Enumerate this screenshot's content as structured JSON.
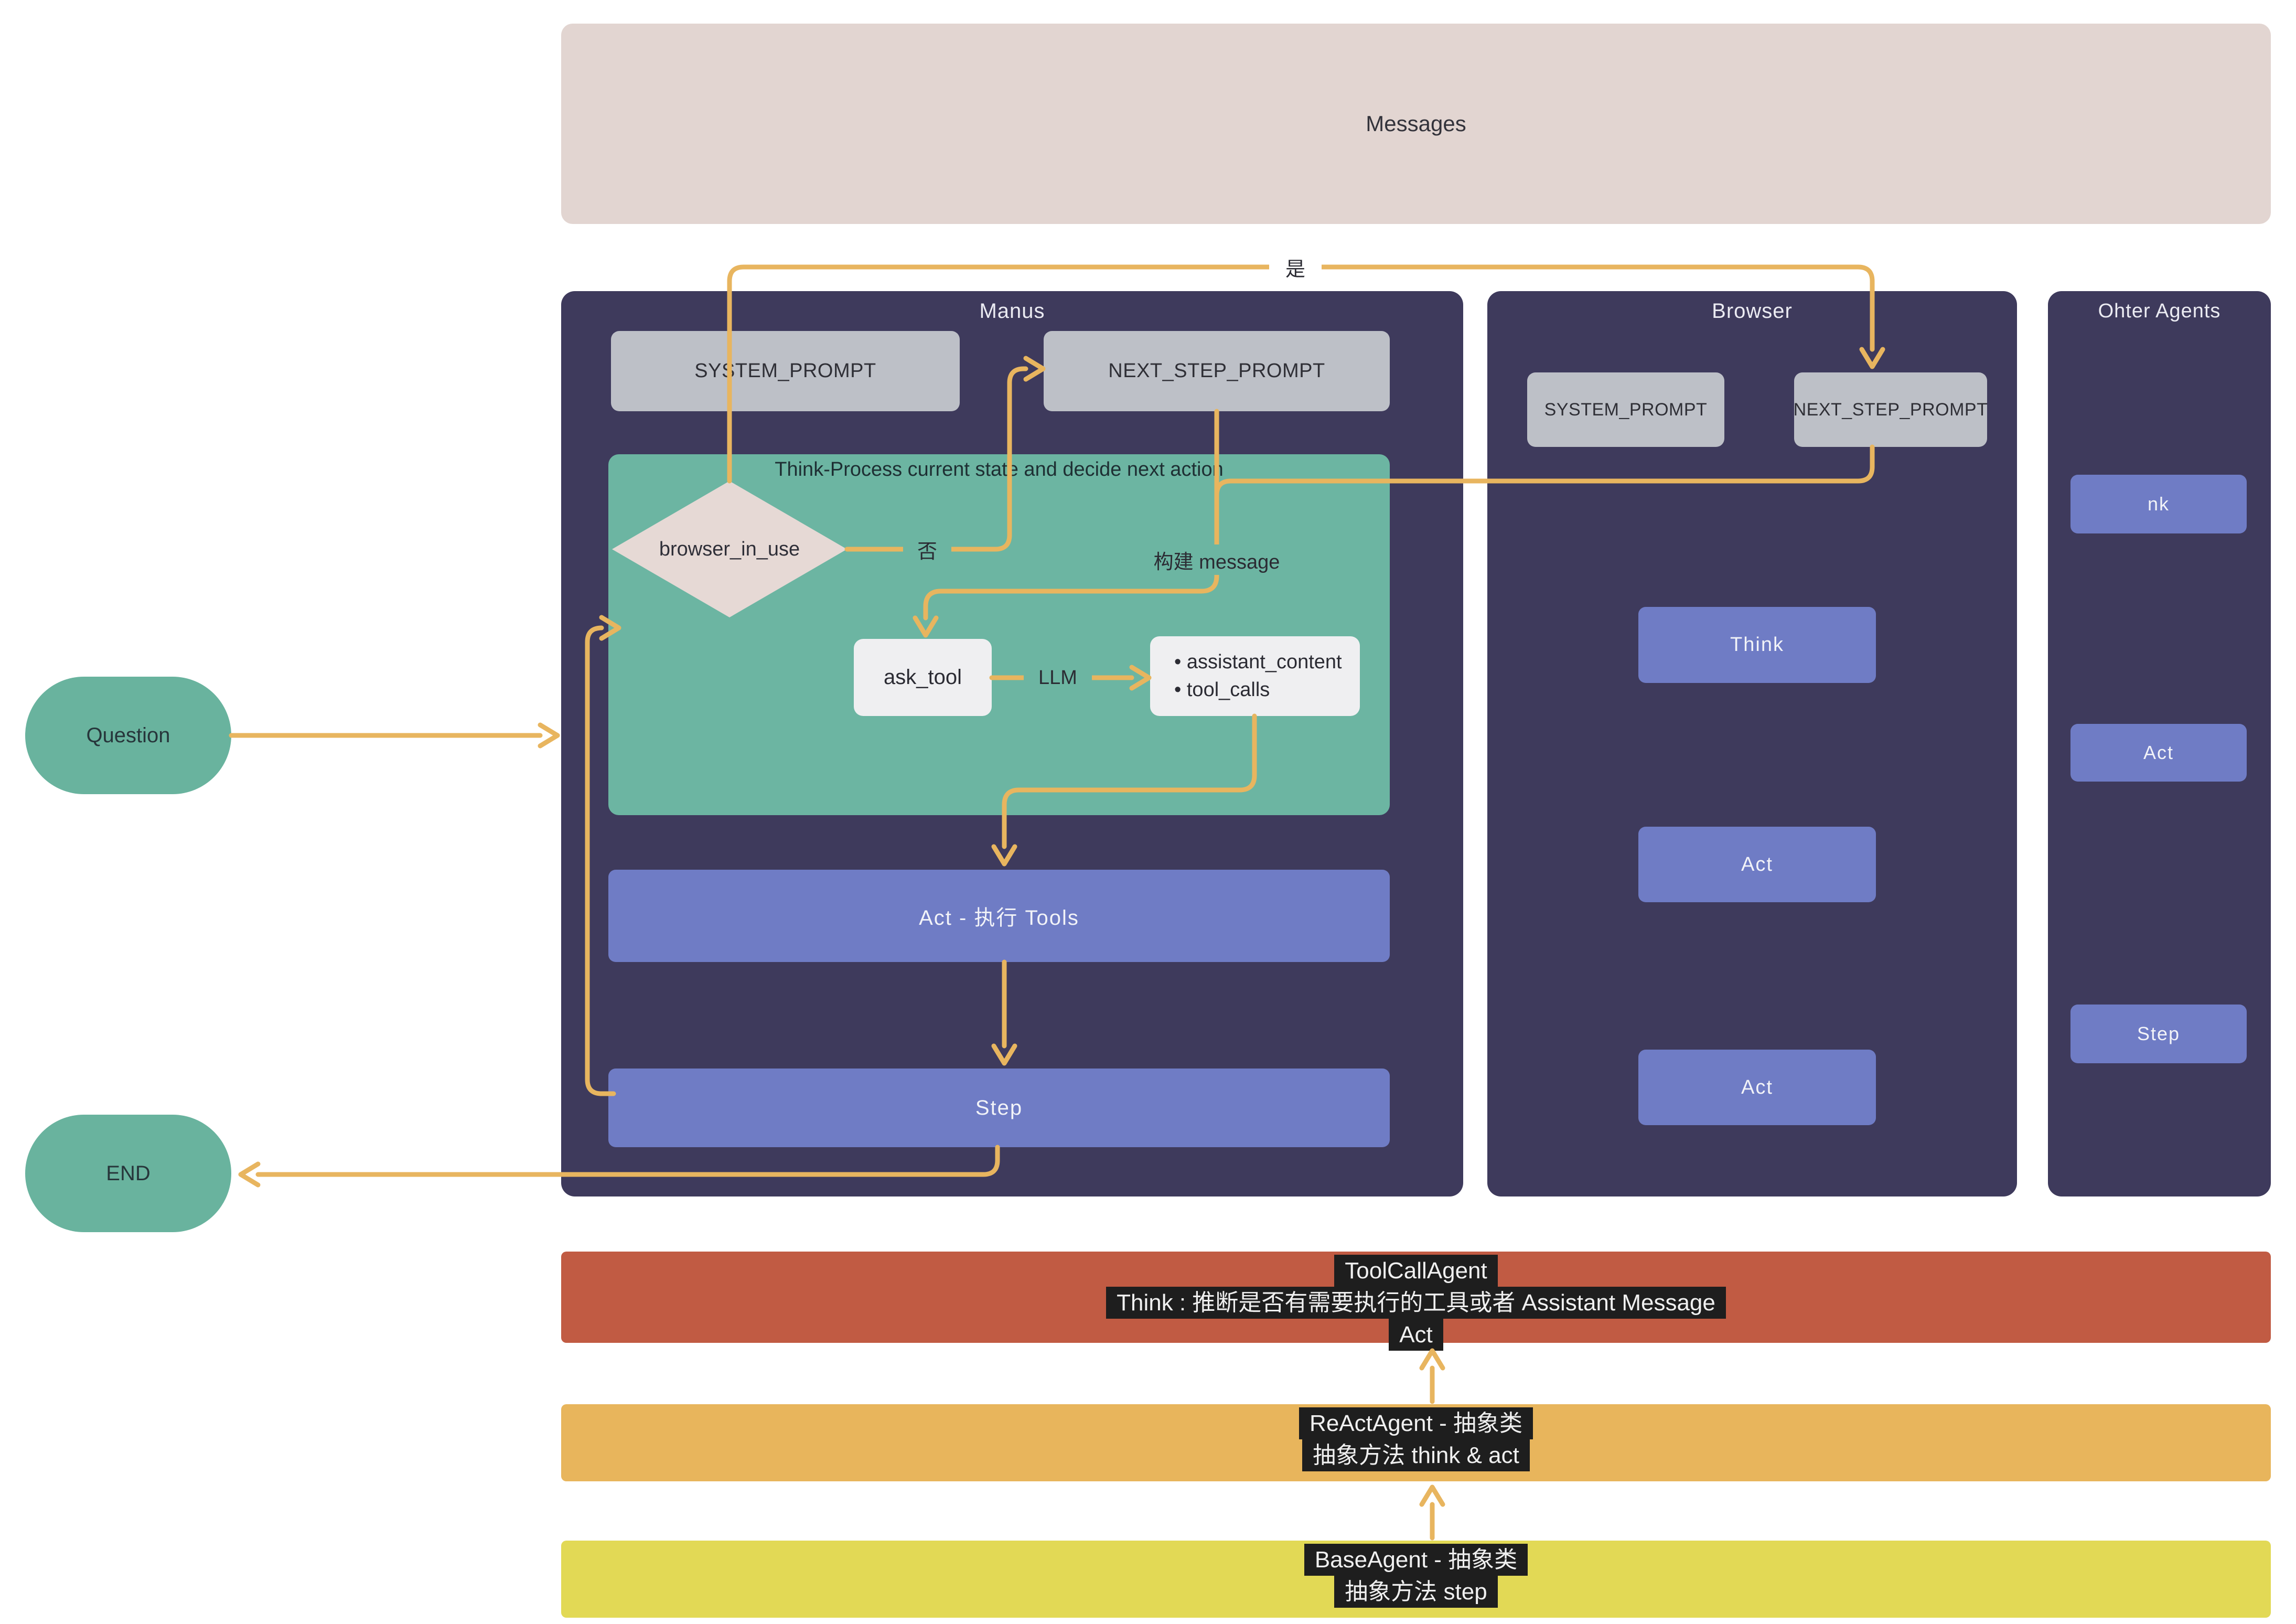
{
  "colors": {
    "connector": "#E8B55F",
    "container_dark": "#3E3A5C",
    "panel_pink": "#E2D5D1",
    "prompt_gray": "#BDC0C7",
    "process_green": "#6CB5A2",
    "node_blue": "#6F7CC5",
    "card_white": "#EFEFF1",
    "pill_green": "#69B39E",
    "layer_red": "#C15B43",
    "layer_amber": "#E8B55C",
    "layer_yellow": "#E2D955",
    "chip_dark": "#1E1E1E"
  },
  "messages_panel": {
    "title": "Messages"
  },
  "flow": {
    "question": "Question",
    "end": "END",
    "yes_label": "是",
    "no_label": "否",
    "build_message_label": "构建 message",
    "llm_label": "LLM"
  },
  "manus": {
    "title": "Manus",
    "system_prompt": "SYSTEM_PROMPT",
    "next_step_prompt": "NEXT_STEP_PROMPT",
    "think_box": {
      "title": "Think-Process current state and decide next action",
      "decision": "browser_in_use",
      "ask_tool": "ask_tool",
      "outputs": [
        "assistant_content",
        "tool_calls"
      ]
    },
    "act": "Act - 执行 Tools",
    "step": "Step"
  },
  "browser": {
    "title": "Browser",
    "system_prompt": "SYSTEM_PROMPT",
    "next_step_prompt": "NEXT_STEP_PROMPT",
    "steps": [
      "Think",
      "Act",
      "Act"
    ]
  },
  "other_agents": {
    "title": "Ohter Agents",
    "steps": [
      "nk",
      "Act",
      "Step"
    ]
  },
  "layers": {
    "toolcall": {
      "lines": [
        "ToolCallAgent",
        "Think : 推断是否有需要执行的工具或者 Assistant Message",
        "Act"
      ]
    },
    "react": {
      "lines": [
        "ReActAgent - 抽象类",
        "抽象方法  think & act"
      ]
    },
    "base": {
      "lines": [
        "BaseAgent - 抽象类",
        "抽象方法 step"
      ]
    }
  }
}
